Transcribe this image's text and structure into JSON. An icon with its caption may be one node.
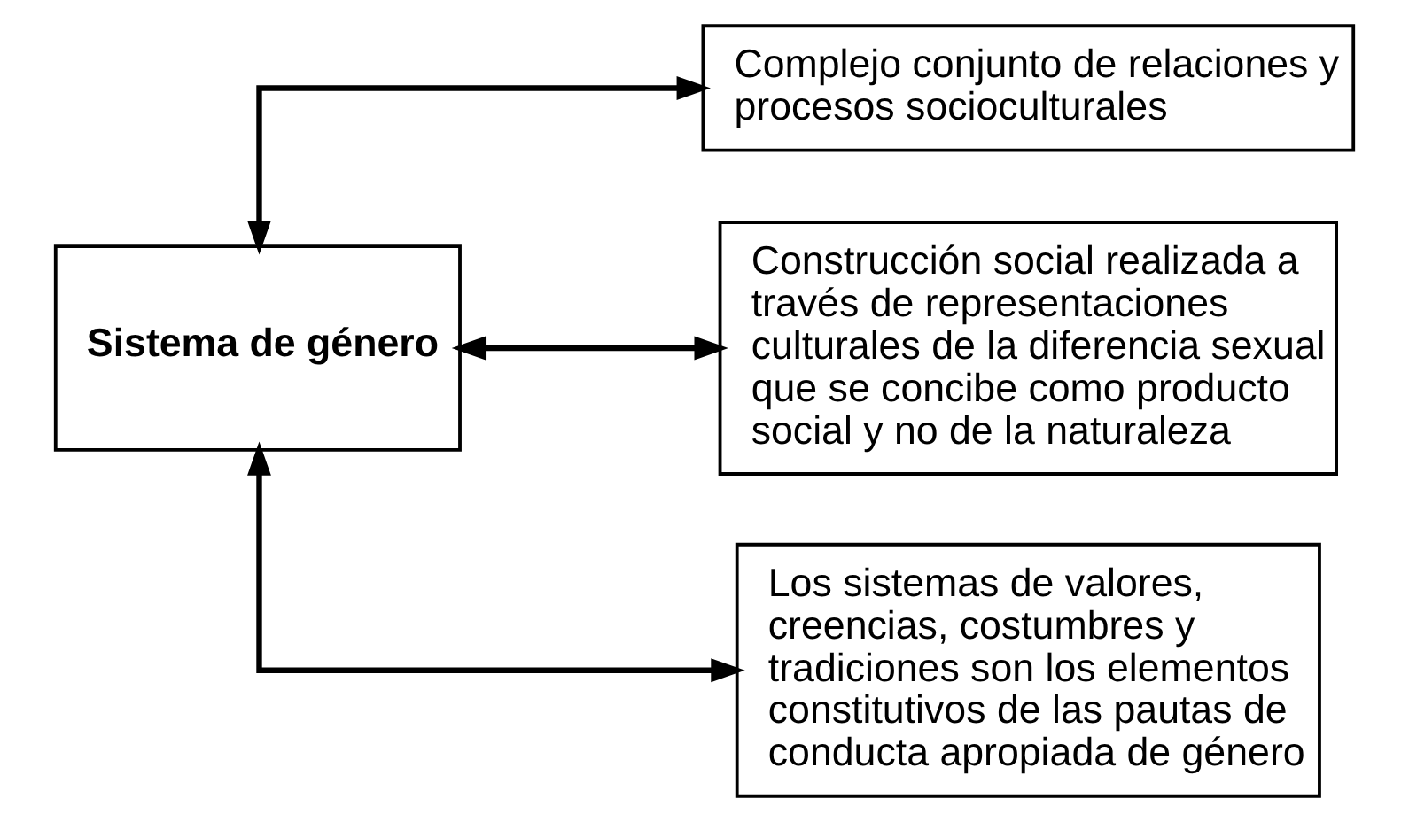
{
  "diagram": {
    "nodes": [
      {
        "text": [
          "Sistema de género"
        ]
      },
      {
        "text": [
          "Complejo conjunto de relaciones y procesos socioculturales"
        ]
      },
      {
        "text": [
          "Construcción social realizada a través de representaciones culturales de la diferencia sexual que se concibe como producto social y no de la naturaleza"
        ]
      },
      {
        "text": [
          "Los sistemas de valores, creencias, costumbres y tradiciones son los elementos constitutivos de las pautas de conducta apropiada de género"
        ]
      }
    ],
    "edges": [
      {
        "from": 0,
        "to": 1,
        "arrow": "both"
      },
      {
        "from": 0,
        "to": 2,
        "arrow": "both"
      },
      {
        "from": 0,
        "to": 3,
        "arrow": "both"
      }
    ]
  }
}
